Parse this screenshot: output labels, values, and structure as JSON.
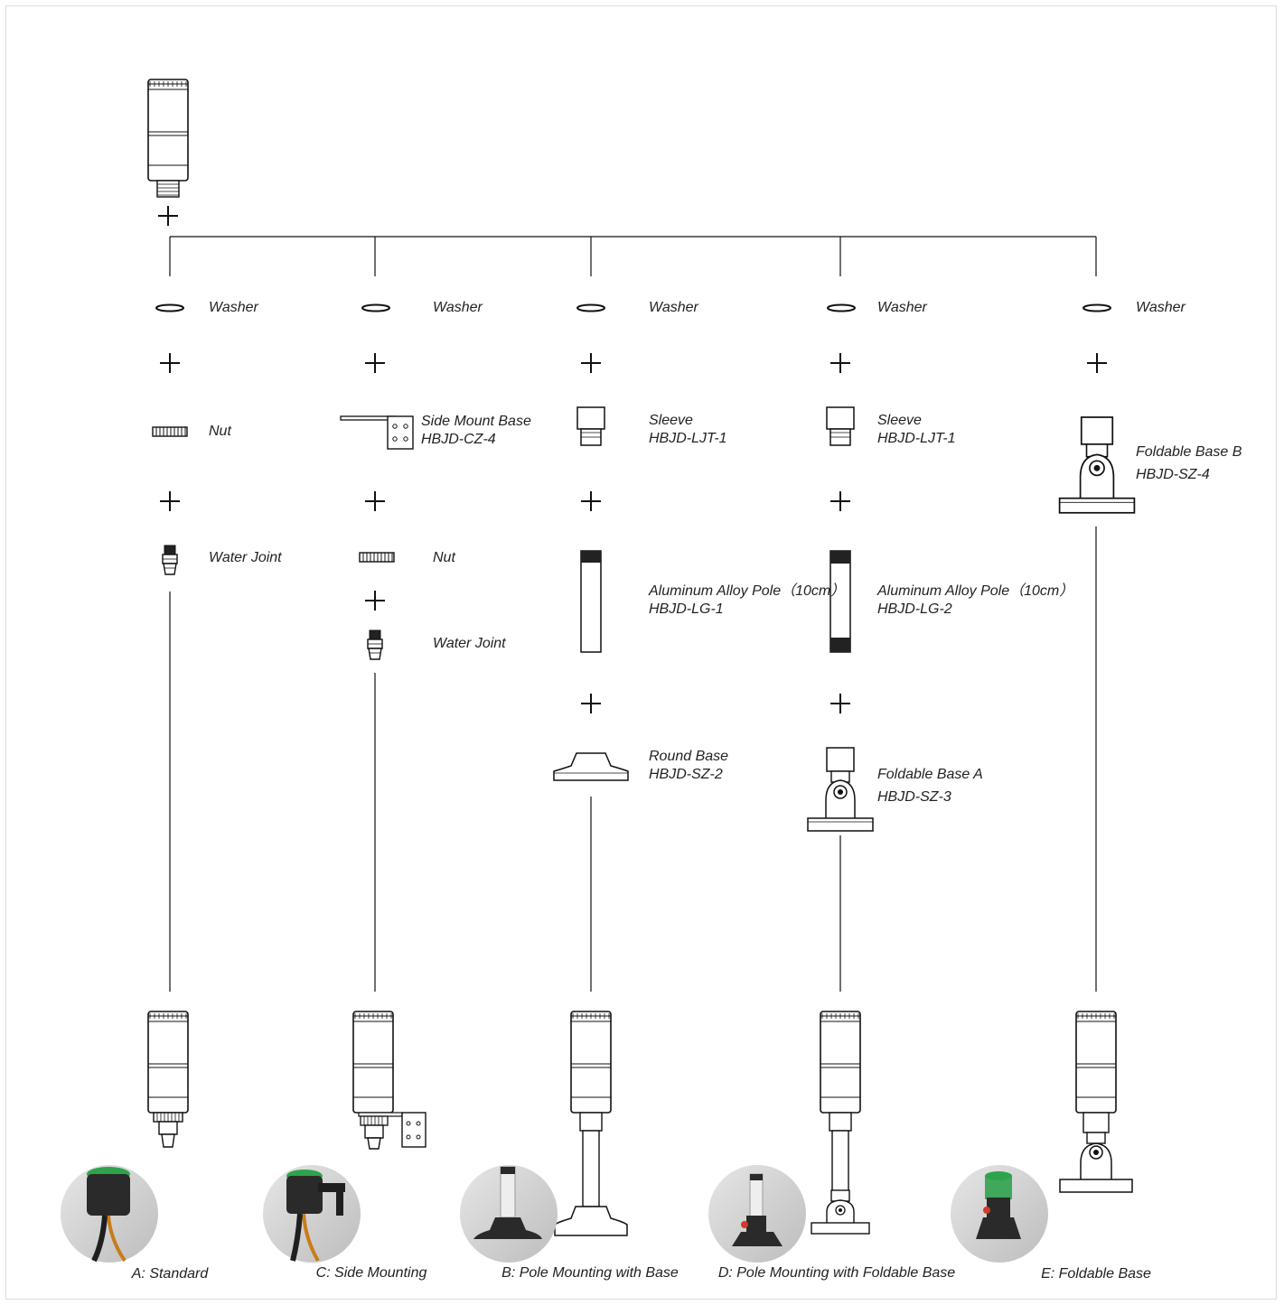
{
  "labels": {
    "washer": "Washer",
    "nut": "Nut",
    "water_joint": "Water Joint",
    "side_mount_base": "Side Mount  Base",
    "side_mount_base_code": "HBJD-CZ-4",
    "sleeve": "Sleeve",
    "sleeve_code": "HBJD-LJT-1",
    "pole": "Aluminum Alloy Pole（10cm）",
    "pole_code_1": "HBJD-LG-1",
    "pole_code_2": "HBJD-LG-2",
    "round_base": "Round  Base",
    "round_base_code": "HBJD-SZ-2",
    "foldable_base_a": "Foldable Base A",
    "foldable_base_a_code": "HBJD-SZ-3",
    "foldable_base_b": "Foldable Base B",
    "foldable_base_b_code": "HBJD-SZ-4"
  },
  "captions": {
    "a": "A: Standard",
    "c": "C: Side Mounting",
    "b": "B: Pole Mounting with Base",
    "d": "D: Pole Mounting with Foldable Base",
    "e": "E: Foldable Base"
  },
  "colors": {
    "line": "#111111",
    "lens_green": "#2fa34c",
    "body_dark": "#2a2a2a",
    "photo_bg": "#d6d6d6"
  }
}
